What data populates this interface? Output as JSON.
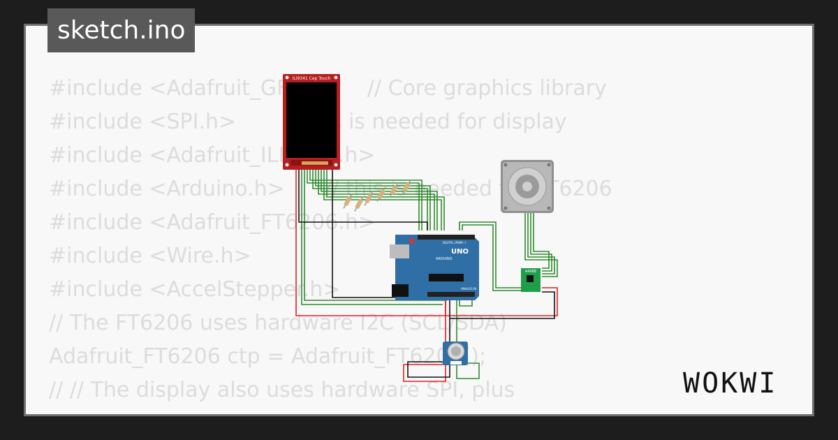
{
  "title": "sketch.ino",
  "code_lines": [
    "#include <Adafruit_GFX.h>    // Core graphics library",
    "#include <SPI.h>       // this is needed for display",
    "#include <Adafruit_ILI9341.h>",
    "#include <Arduino.h>      // this is needed for FT6206",
    "#include <Adafruit_FT6206.h>",
    "#include <Wire.h>",
    "#include <AccelStepper.h>",
    "// The FT6206 uses hardware I2C (SCL/SDA)",
    "Adafruit_FT6206 ctp = Adafruit_FT6206();",
    "",
    "// // The display also uses hardware SPI, plus"
  ],
  "components": {
    "display_label": "ILI9341 Cap Touch",
    "arduino_board_label": "UNO",
    "arduino_brand": "ARDUINO",
    "arduino_header_label": "DIGITAL (PWM~)",
    "arduino_analog_label": "ANALOG IN",
    "driver_label": "A4988"
  },
  "brand": {
    "logo_text": "WOKWI"
  },
  "colors": {
    "background": "#1d1d1d",
    "card": "#f8f8f8",
    "code_text": "#dcdcdc",
    "title_bg": "#595959",
    "wire_green": "#2f8a2f",
    "wire_red": "#e02020",
    "wire_black": "#111111",
    "arduino_blue": "#2f6fa5",
    "display_red": "#b51f1f",
    "driver_green": "#1f9e4a"
  }
}
